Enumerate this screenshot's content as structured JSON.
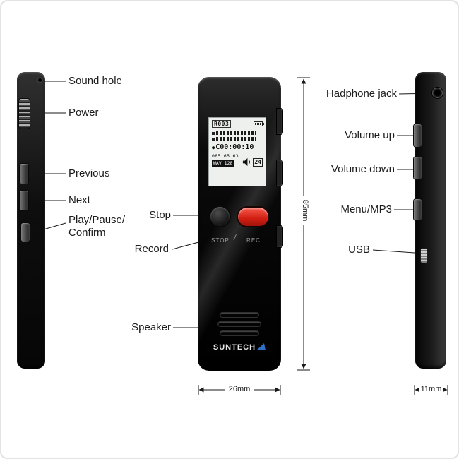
{
  "left_view": {
    "labels": {
      "sound_hole": "Sound hole",
      "power": "Power",
      "previous": "Previous",
      "next": "Next",
      "play_line1": "Play/Pause/",
      "play_line2": "Confirm"
    }
  },
  "front_view": {
    "callouts": {
      "stop": "Stop",
      "record": "Record",
      "speaker": "Speaker"
    },
    "screen": {
      "file": "R003",
      "record_dot": "●",
      "time": "C00:00:10",
      "counter": "085.65.63",
      "volume": "24",
      "format": "WAV 128"
    },
    "printed": {
      "stop": "STOP",
      "divider": "/",
      "rec": "REC"
    },
    "brand": "SUNTECH",
    "dim_height": "85mm",
    "dim_width": "26mm"
  },
  "right_view": {
    "labels": {
      "headphone": "Hadphone jack",
      "volume_up": "Volume up",
      "volume_down": "Volume down",
      "menu": "Menu/MP3",
      "usb": "USB"
    },
    "dim_width": "11mm"
  },
  "colors": {
    "rec_red": "#d01e11",
    "brand_blue": "#2f6fc8",
    "line": "#1a1a1a"
  }
}
